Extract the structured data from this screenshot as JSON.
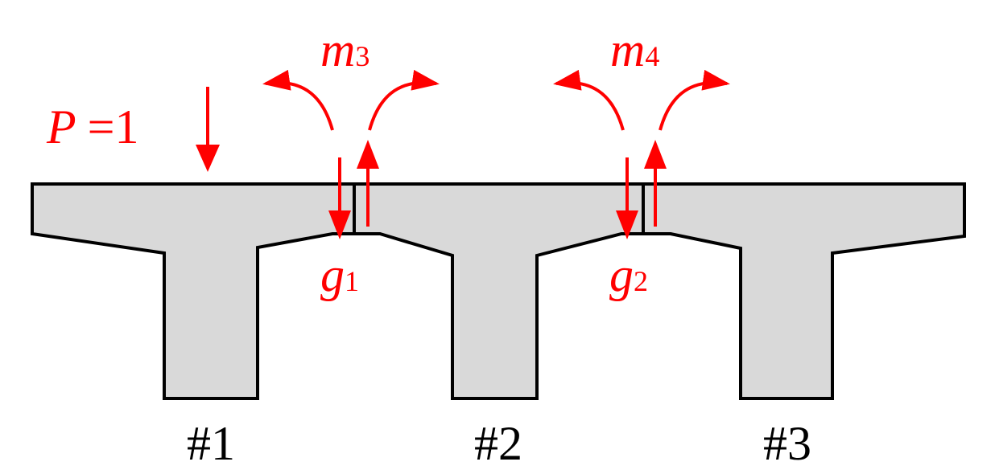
{
  "load": {
    "symbol": "P",
    "equals": "=1"
  },
  "moments": [
    {
      "symbol": "m",
      "subscript": "3"
    },
    {
      "symbol": "m",
      "subscript": "4"
    }
  ],
  "shears": [
    {
      "symbol": "g",
      "subscript": "1"
    },
    {
      "symbol": "g",
      "subscript": "2"
    }
  ],
  "girders": [
    {
      "label": "#1"
    },
    {
      "label": "#2"
    },
    {
      "label": "#3"
    }
  ],
  "colors": {
    "force": "#ff0000",
    "girder_fill": "#d9d9d9",
    "girder_stroke": "#000000",
    "label": "#000000"
  },
  "icons": [
    "arrow-down-icon",
    "arrow-up-icon",
    "curved-arrow-left-icon",
    "curved-arrow-right-icon"
  ]
}
